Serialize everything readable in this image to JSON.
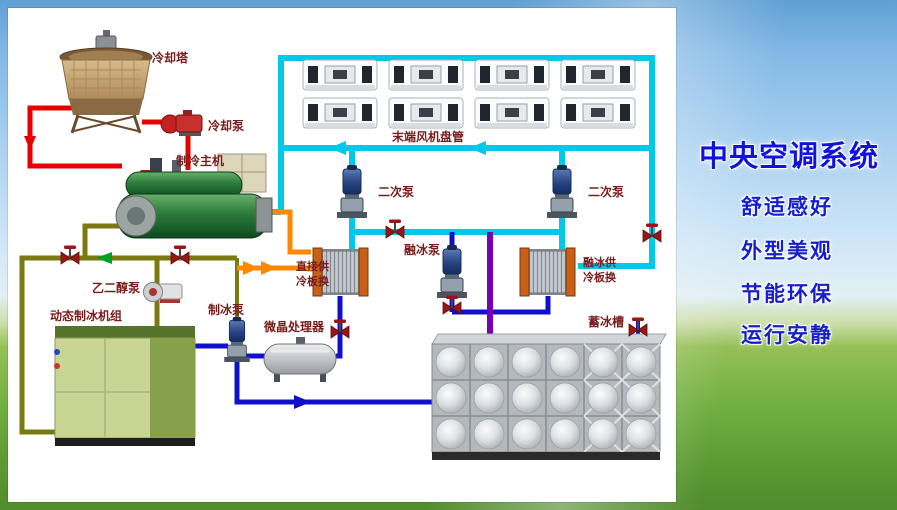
{
  "side_panel": {
    "title": "中央空调系统",
    "features": [
      "舒适感好",
      "外型美观",
      "节能环保",
      "运行安静"
    ]
  },
  "diagram": {
    "labels": {
      "cooling_tower": "冷却塔",
      "cooling_pump": "冷却泵",
      "chiller": "制冷主机",
      "fan_coil_units": "末端风机盘管",
      "secondary_pump_left": "二次泵",
      "secondary_pump_right": "二次泵",
      "ice_melt_pump": "融冰泵",
      "direct_supply_hx_line1": "直接供",
      "direct_supply_hx_line2": "冷板换",
      "ice_melt_hx_line1": "融冰供",
      "ice_melt_hx_line2": "冷板换",
      "glycol_pump": "乙二醇泵",
      "ice_making_pump": "制冰泵",
      "dynamic_ice_maker": "动态制冰机组",
      "microcrystal_processor": "微晶处理器",
      "ice_storage_tank": "蓄冰槽"
    },
    "pipe_colors": {
      "cooling_water": "#e80000",
      "chilled_water": "#00c8e8",
      "glycol": "#7a7a10",
      "ice_water": "#1010cc",
      "melt_flow": "#7a00b8",
      "supply_flow": "#ff8800",
      "return_flow": "#00a020",
      "label_color": "#7a1c1c"
    }
  }
}
